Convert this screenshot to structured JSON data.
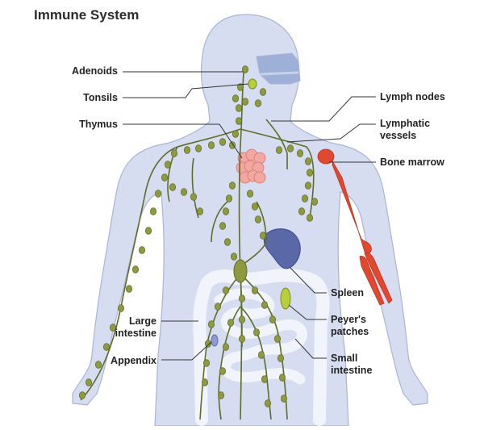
{
  "title": "Immune System",
  "labels": {
    "adenoids": "Adenoids",
    "tonsils": "Tonsils",
    "thymus": "Thymus",
    "lymph_nodes": "Lymph nodes",
    "lymphatic_vessels": "Lymphatic\nvessels",
    "bone_marrow": "Bone marrow",
    "spleen": "Spleen",
    "peyers_patches": "Peyer's\npatches",
    "large_intestine": "Large\nintestine",
    "appendix": "Appendix",
    "small_intestine": "Small\nintestine"
  },
  "colors": {
    "body": "#d6ddf0",
    "body_outline": "#a9b5d5",
    "vessel": "#5e6b2a",
    "node": "#8f9a3f",
    "thymus": "#f2a7a0",
    "spleen": "#5a68a8",
    "bone": "#e0482f",
    "peyers": "#b9cf3a",
    "intestine": "#f2f4fb",
    "leader": "#333333"
  }
}
